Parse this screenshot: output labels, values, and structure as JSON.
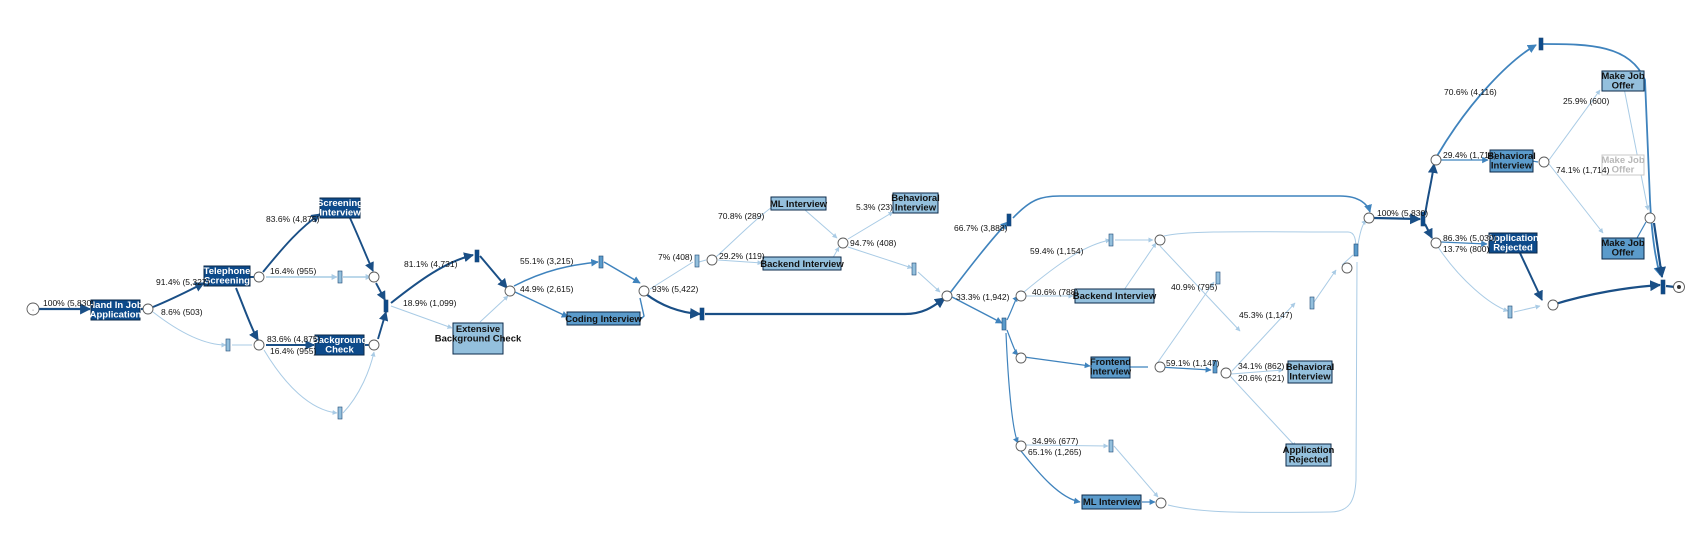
{
  "colors": {
    "dark": "#0d4a8a",
    "mid": "#5b9bcb",
    "light": "#94c0dd",
    "faint": "#ffffff",
    "edge_dark": "#1a4f86",
    "edge_mid": "#3f83bd",
    "edge_light": "#a9cbe5"
  },
  "transitions": {
    "hand_in": "Hand In Job Application",
    "telephone": "Telephone Screening",
    "screening": "Screening Interview",
    "background": "Background Check",
    "extensive": "Extensive Background Check",
    "coding": "Coding Interview",
    "ml_top": "ML Interview",
    "backend_top": "Backend Interview",
    "behavioral_top": "Behavioral Interview",
    "backend_mid": "Backend Interview",
    "frontend": "Frontend Interview",
    "behavioral_mid": "Behavioral Interview",
    "rejected_mid": "Application Rejected",
    "ml_bottom": "ML Interview",
    "behavioral_end": "Behavioral Interview",
    "rejected_end": "Application Rejected",
    "offer_top": "Make Job Offer",
    "offer_faint": "Make Job Offer",
    "offer_bottom": "Make Job Offer"
  },
  "edge_labels": {
    "l01": "100% (5,830)",
    "l02": "91.4% (5,327)",
    "l03": "8.6% (503)",
    "l04": "83.6% (4,875)",
    "l05": "16.4% (955)",
    "l06": "83.6% (4,875)",
    "l07": "16.4% (955)",
    "l08": "81.1% (4,731)",
    "l09": "18.9% (1,099)",
    "l10": "55.1% (3,215)",
    "l11": "44.9% (2,615)",
    "l12": "93% (5,422)",
    "l13": "7% (408)",
    "l14": "70.8% (289)",
    "l15": "29.2% (119)",
    "l16": "5.3% (23)",
    "l17": "94.7% (408)",
    "l18": "66.7% (3,888)",
    "l19": "33.3% (1,942)",
    "l20": "59.4% (1,154)",
    "l21": "40.6% (788)",
    "l22": "40.9% (795)",
    "l23": "45.3% (1,147)",
    "l24": "59.1% (1,147)",
    "l25": "34.1% (862)",
    "l26": "20.6% (521)",
    "l27": "34.9% (677)",
    "l28": "65.1% (1,265)",
    "l29": "100% (5,830)",
    "l30": "70.6% (4,116)",
    "l31": "29.4% (1,714)",
    "l32": "86.3% (5,030)",
    "l33": "13.7% (800)",
    "l34": "25.9% (600)",
    "l35": "74.1% (1,714)"
  }
}
